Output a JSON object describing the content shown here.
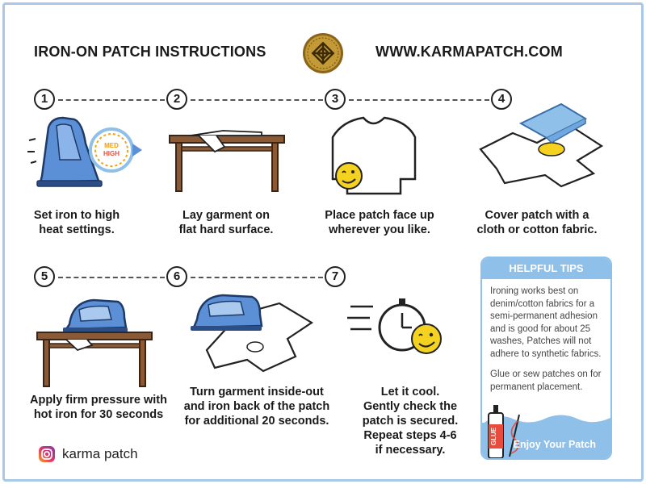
{
  "header": {
    "title": "IRON-ON PATCH INSTRUCTIONS",
    "url": "WWW.KARMAPATCH.COM"
  },
  "steps": [
    {
      "num": "1",
      "lines": [
        "Set iron to high",
        "heat settings."
      ],
      "dial_text": [
        "MED",
        "HIGH"
      ]
    },
    {
      "num": "2",
      "lines": [
        "Lay garment on",
        "flat hard surface."
      ]
    },
    {
      "num": "3",
      "lines": [
        "Place patch face up",
        "wherever you like."
      ]
    },
    {
      "num": "4",
      "lines": [
        "Cover patch with a",
        "cloth or cotton fabric."
      ]
    },
    {
      "num": "5",
      "lines": [
        "Apply firm pressure with",
        "hot iron for 30 seconds"
      ]
    },
    {
      "num": "6",
      "lines": [
        "Turn garment inside-out",
        "and iron back of the patch",
        "for additional 20 seconds."
      ]
    },
    {
      "num": "7",
      "lines": [
        "Let it cool.",
        "Gently check the",
        "patch is secured.",
        "Repeat steps 4-6",
        "if necessary."
      ]
    }
  ],
  "tips": {
    "title": "HELPFUL TIPS",
    "paragraph1": "Ironing works best on denim/cotton fabrics for a semi-permanent adhesion and is good for about 25 washes, Patches will not adhere to synthetic fabrics.",
    "paragraph2": "Glue or sew patches on for permanent placement.",
    "glue_label": "GLUE",
    "footer": "Enjoy Your Patch"
  },
  "social": {
    "icon": "instagram-icon",
    "handle": "karma patch"
  },
  "colors": {
    "frame": "#a9c7e6",
    "tips_accent": "#8ec0ea",
    "iron_blue": "#5b8fd6",
    "patch_yellow": "#f5d21f",
    "wood": "#7a4a2a",
    "logo_gold": "#b8902f"
  }
}
